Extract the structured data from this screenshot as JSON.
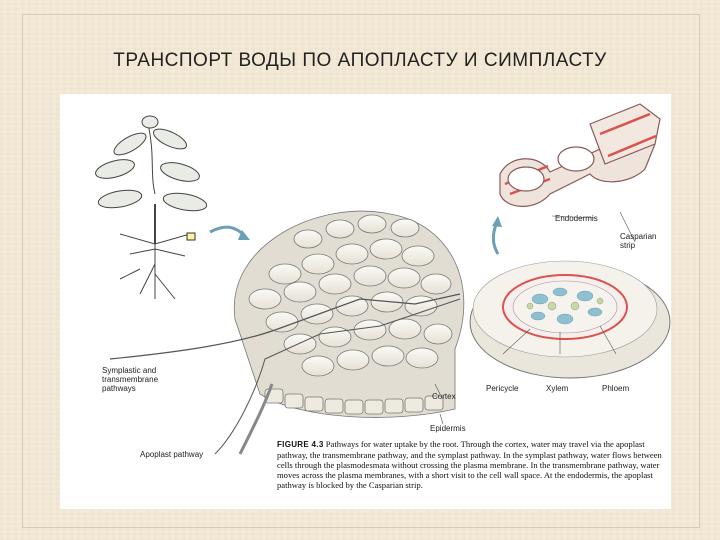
{
  "slide": {
    "title": "ТРАНСПОРТ ВОДЫ ПО АПОПЛАСТУ И СИМПЛАСТУ"
  },
  "labels": {
    "endodermis": "Endodermis",
    "casparian_line1": "Casparian",
    "casparian_line2": "strip",
    "symplastic_line1": "Symplastic and",
    "symplastic_line2": "transmembrane",
    "symplastic_line3": "pathways",
    "cortex": "Cortex",
    "pericycle": "Pericycle",
    "xylem": "Xylem",
    "phloem": "Phloem",
    "epidermis": "Epidermis",
    "apoplast": "Apoplast pathway"
  },
  "caption": {
    "figure_label": "FIGURE 4.3",
    "text": "Pathways for water uptake by the root. Through the cortex, water may travel via the apoplast pathway, the transmembrane pathway, and the symplast pathway. In the symplast pathway, water flows between cells through the plasmodesmata without crossing the plasma membrane. In the transmembrane pathway, water moves across the plasma membranes, with a short visit to the cell wall space. At the endodermis, the apoplast pathway is blocked by the Casparian strip."
  },
  "colors": {
    "casparian": "#d9534f",
    "xylem": "#8fc0d0",
    "cell_fill": "#f4f1ea"
  }
}
